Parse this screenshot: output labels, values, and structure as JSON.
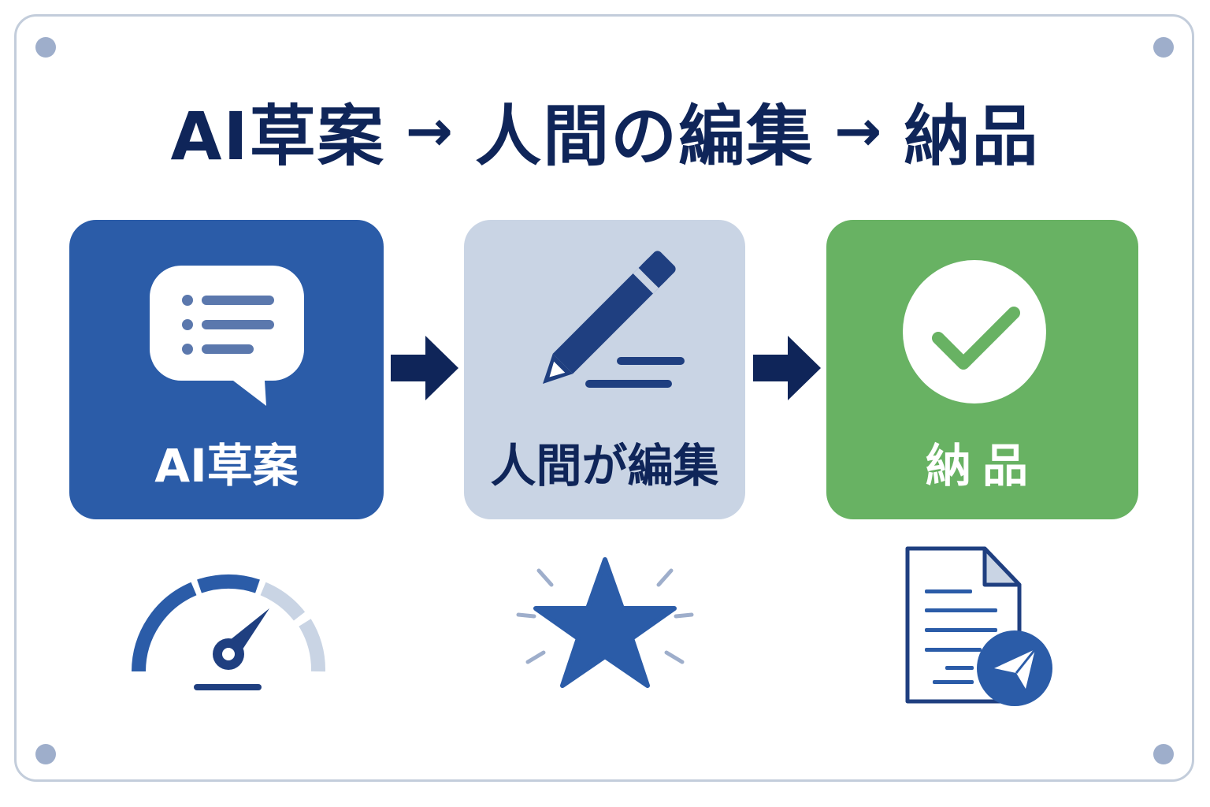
{
  "title": {
    "step1": "AI草案",
    "arrow1": "→",
    "step2": "人間の編集",
    "arrow2": "→",
    "step3": "納品"
  },
  "cards": [
    {
      "label": "AI草案",
      "icon": "chat-bubble-icon",
      "color": "#2b5ca8"
    },
    {
      "label": "人間が編集",
      "icon": "pencil-icon",
      "color": "#c9d4e4"
    },
    {
      "label": "納品",
      "icon": "check-circle-icon",
      "color": "#68b263"
    }
  ],
  "bottom_icons": [
    "speedometer-icon",
    "star-icon",
    "document-send-icon"
  ],
  "colors": {
    "navy": "#0f2559",
    "blue": "#2b5ca8",
    "light_blue_gray": "#c9d4e4",
    "green": "#68b263",
    "border": "#c3cddb"
  }
}
